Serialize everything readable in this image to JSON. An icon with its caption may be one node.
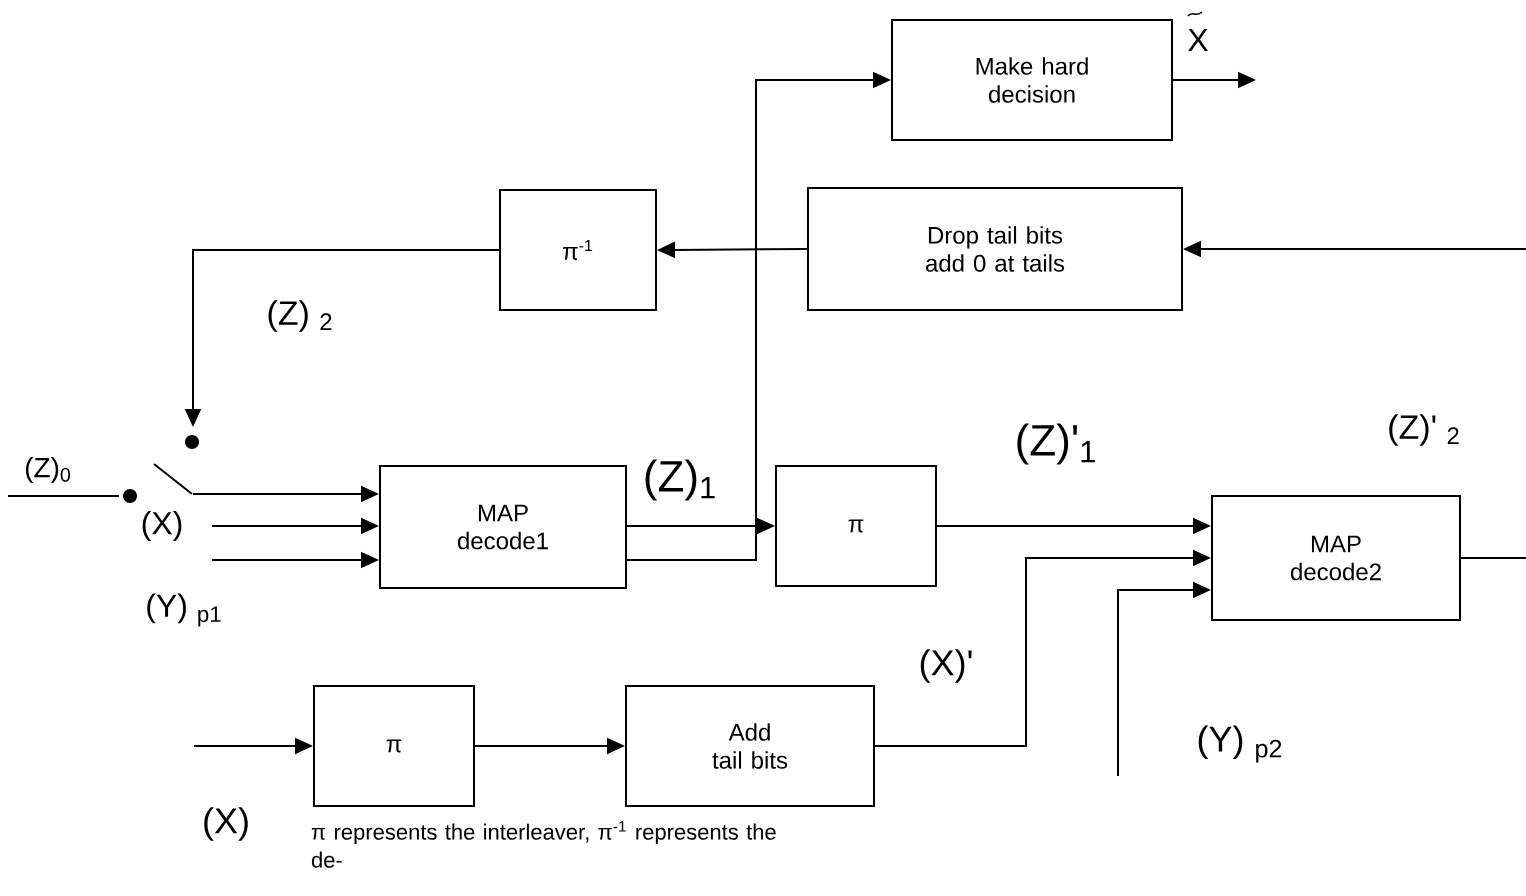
{
  "diagram": {
    "nodes": [
      {
        "text": [
          "Make hard decision"
        ]
      },
      {
        "text": [
          "Drop tail bits add 0 at tails"
        ]
      },
      {
        "text": [
          "π$^{-1}$"
        ]
      },
      {
        "text": [
          "MAP decode1"
        ]
      },
      {
        "text": [
          "π"
        ]
      },
      {
        "text": [
          "MAP decode2"
        ]
      },
      {
        "text": [
          "π"
        ]
      },
      {
        "text": [
          "Add tail bits"
        ]
      },
      {
        "text": [],
        "shape": "switch"
      }
    ],
    "edges": [
      {
        "from": 3,
        "to": 0,
        "arrow": "to"
      },
      {
        "from": null,
        "to": 1,
        "arrow": "to"
      },
      {
        "from": 1,
        "to": 2,
        "arrow": "to"
      },
      {
        "from": 2,
        "to": 8,
        "arrow": "to"
      },
      {
        "from": null,
        "to": 8,
        "arrow": "none"
      },
      {
        "from": 8,
        "to": 3,
        "arrow": "to"
      },
      {
        "from": null,
        "to": 3,
        "arrow": "to"
      },
      {
        "from": null,
        "to": 3,
        "arrow": "to"
      },
      {
        "from": 3,
        "to": 4,
        "arrow": "to"
      },
      {
        "from": 4,
        "to": 5,
        "arrow": "to"
      },
      {
        "from": 7,
        "to": 5,
        "arrow": "to"
      },
      {
        "from": null,
        "to": 5,
        "arrow": "to"
      },
      {
        "from": 5,
        "to": null,
        "arrow": "none"
      },
      {
        "from": null,
        "to": 6,
        "arrow": "to"
      },
      {
        "from": 6,
        "to": 7,
        "arrow": "to"
      },
      {
        "from": 0,
        "to": null,
        "arrow": "to"
      }
    ],
    "labels": [
      "X",
      "(Z) $_{2}$",
      "(Z)$_{0}$",
      "(Z)$_{1}$",
      "(Z)'$_{1}$",
      "(Z)' $_{2}$",
      "(X)",
      "(Y) $_{p1}$",
      "(X)'",
      "(Y) $_{p2}$",
      "(X)",
      "π represents the interleaver, π$^{-1}$ represents the de-"
    ]
  }
}
